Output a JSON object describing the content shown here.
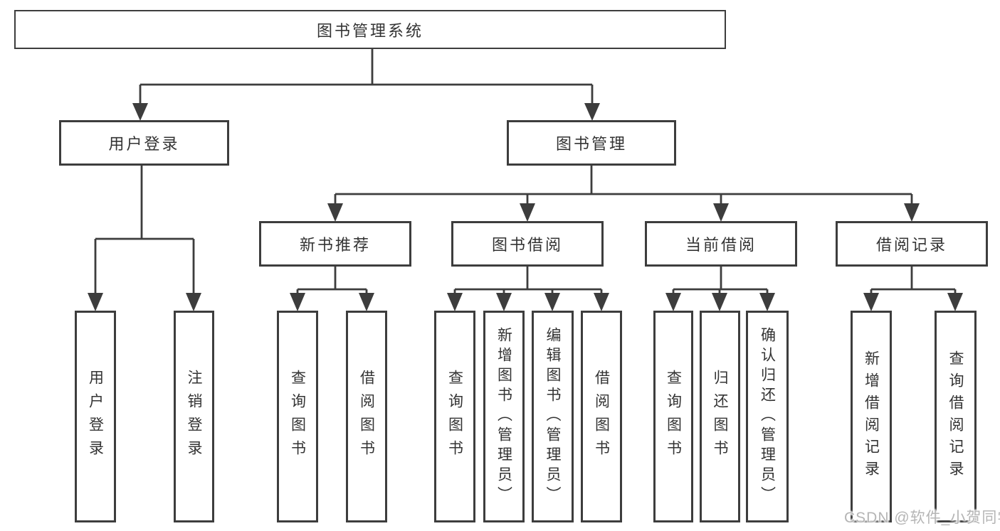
{
  "colors": {
    "line": "#3d3d3d",
    "text": "#333333",
    "background": "#ffffff",
    "watermark": "#b5b5b5"
  },
  "watermark": {
    "text": "CSDN @软件_小贺同学"
  },
  "tree": {
    "root": {
      "label": "图书管理系统"
    },
    "branches": [
      {
        "label": "用户登录",
        "children": [
          {
            "label": "用户登录"
          },
          {
            "label": "注销登录"
          }
        ]
      },
      {
        "label": "图书管理",
        "children": [
          {
            "label": "新书推荐",
            "children": [
              {
                "label": "查询图书"
              },
              {
                "label": "借阅图书"
              }
            ]
          },
          {
            "label": "图书借阅",
            "children": [
              {
                "label": "查询图书"
              },
              {
                "label": "新增图书（管理员）"
              },
              {
                "label": "编辑图书（管理员）"
              },
              {
                "label": "借阅图书"
              }
            ]
          },
          {
            "label": "当前借阅",
            "children": [
              {
                "label": "查询图书"
              },
              {
                "label": "归还图书"
              },
              {
                "label": "确认归还（管理员）"
              }
            ]
          },
          {
            "label": "借阅记录",
            "children": [
              {
                "label": "新增借阅记录"
              },
              {
                "label": "查询借阅记录"
              }
            ]
          }
        ]
      }
    ]
  }
}
